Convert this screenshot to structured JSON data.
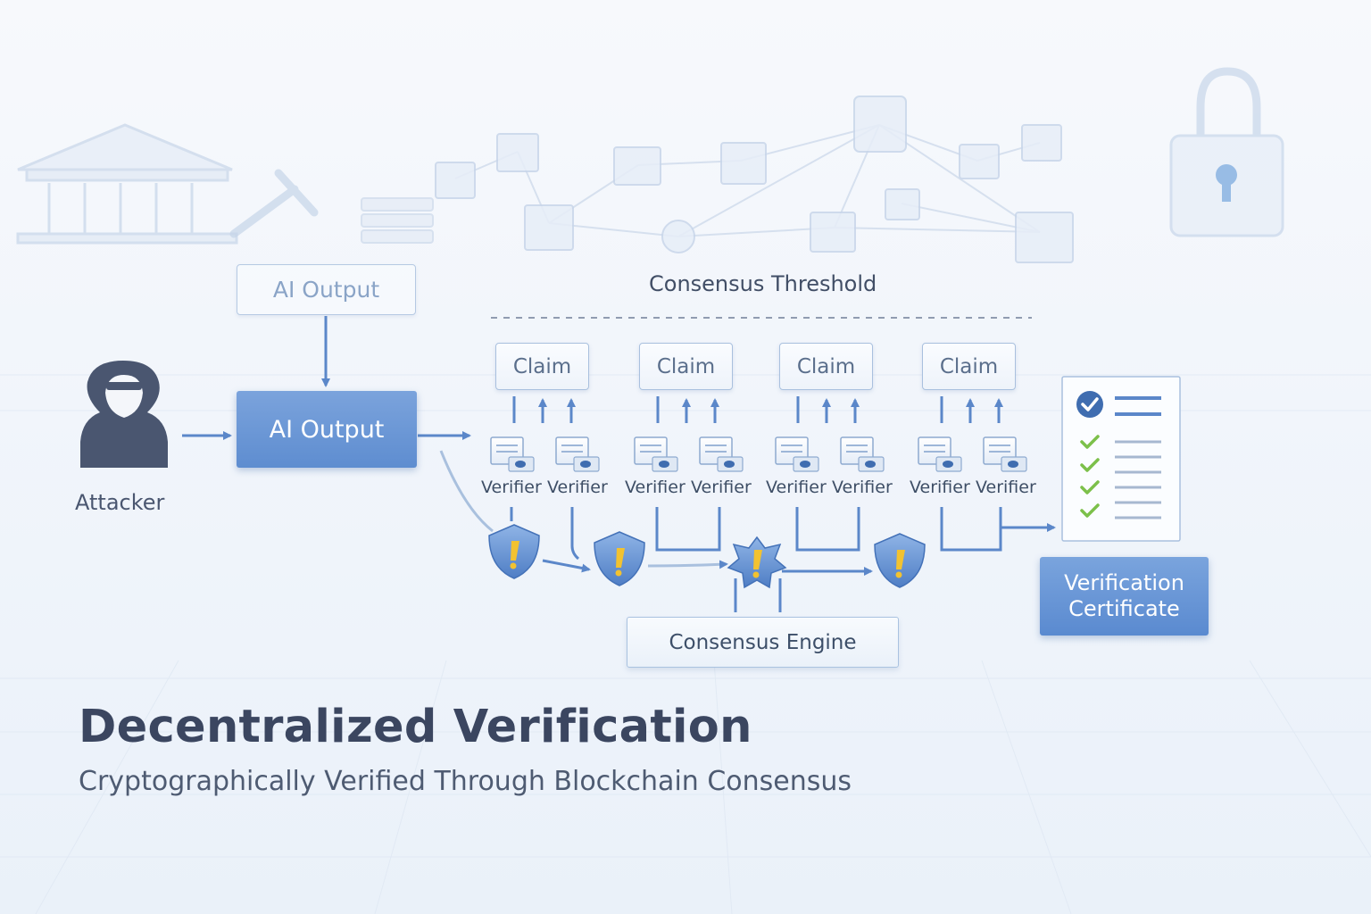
{
  "diagram": {
    "attacker": {
      "label": "Attacker",
      "icon": "hooded-attacker-icon"
    },
    "ai_output_faded": "AI Output",
    "ai_output": "AI Output",
    "threshold_label": "Consensus Threshold",
    "claims": [
      {
        "label": "Claim",
        "verifiers": [
          "Verifier",
          "Verifier"
        ]
      },
      {
        "label": "Claim",
        "verifiers": [
          "Verifier",
          "Verifier"
        ]
      },
      {
        "label": "Claim",
        "verifiers": [
          "Verifier",
          "Verifier"
        ]
      },
      {
        "label": "Claim",
        "verifiers": [
          "Verifier",
          "Verifier"
        ]
      }
    ],
    "consensus_engine": "Consensus Engine",
    "certificate": {
      "line1": "Verification",
      "line2": "Certificate",
      "icon": "checklist-document-icon"
    },
    "shield_icon": "warning-shield-icon"
  },
  "headline": {
    "title": "Decentralized Verification",
    "subtitle": "Cryptographically Verified Through Blockchain Consensus"
  },
  "colors": {
    "accent": "#5e8dd0",
    "text_dark": "#3b4660",
    "arrow": "#5b87c9",
    "warning": "#f2c230",
    "check": "#7cc04a"
  }
}
